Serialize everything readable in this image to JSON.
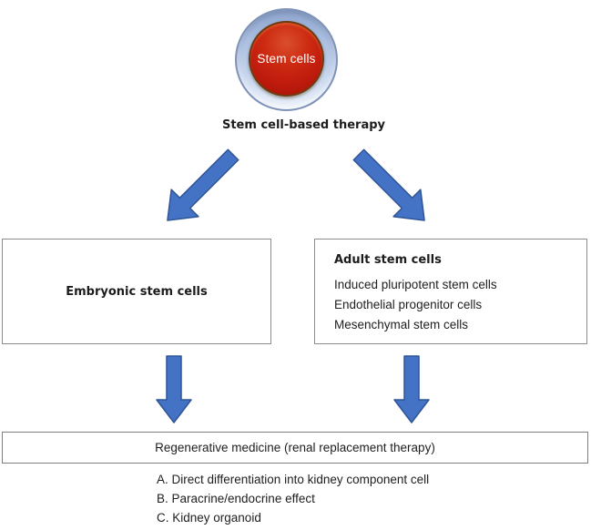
{
  "figure": {
    "badge": {
      "label": "Stem cells"
    },
    "title": "Stem cell-based therapy",
    "embryonic_box": {
      "title": "Embryonic stem cells"
    },
    "adult_box": {
      "title": "Adult stem cells",
      "items": [
        "Induced pluripotent stem cells",
        "Endothelial progenitor cells",
        "Mesenchymal stem cells"
      ]
    },
    "regen_box": {
      "title": "Regenerative medicine (renal replacement therapy)"
    },
    "outcomes": [
      "A. Direct differentiation into kidney component cell",
      "B. Paracrine/endocrine effect",
      "C. Kidney organoid"
    ],
    "colors": {
      "arrow_fill": "#4472c4",
      "arrow_stroke": "#2f5597",
      "ring_edge": "#7f93b8",
      "core_red": "#c21d0e",
      "box_border": "#8c8c8c",
      "text": "#1a1a1a"
    }
  }
}
